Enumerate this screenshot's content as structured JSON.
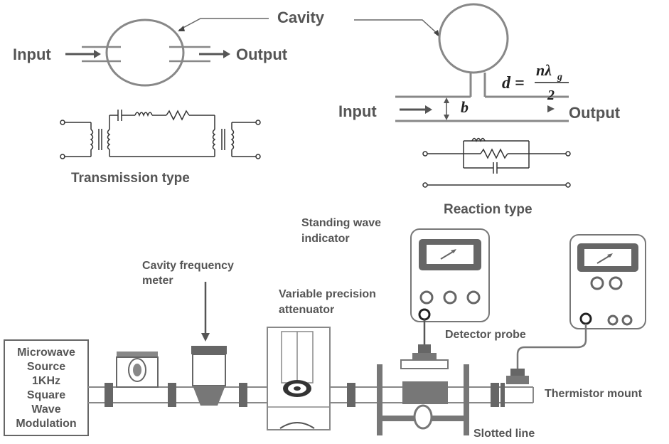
{
  "top": {
    "cavity_label": "Cavity",
    "transmission": {
      "input": "Input",
      "output": "Output",
      "caption": "Transmission type"
    },
    "reaction": {
      "input": "Input",
      "output": "Output",
      "caption": "Reaction type",
      "b_label": "b",
      "formula": {
        "lhs": "d =",
        "numerator": "nλ",
        "subscript": "g",
        "denominator": "2"
      }
    }
  },
  "setup": {
    "swr_label_1": "Standing wave",
    "swr_label_2": "indicator",
    "cavity_meter_1": "Cavity frequency",
    "cavity_meter_2": "meter",
    "attenuator_1": "Variable precision",
    "attenuator_2": "attenuator",
    "detector_probe": "Detector probe",
    "thermistor_mount": "Thermistor mount",
    "slotted_line": "Slotted line",
    "source_lines": [
      "Microwave",
      "Source",
      "1KHz",
      "Square",
      "Wave",
      "Modulation"
    ]
  },
  "colors": {
    "label": "#555555",
    "line": "#666666",
    "meter_face": "#666666"
  }
}
